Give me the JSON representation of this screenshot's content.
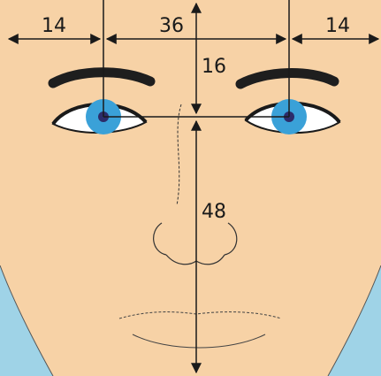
{
  "colors": {
    "skin": "#f7d2a6",
    "background": "#9fd3e7",
    "iris": "#3aa1d8",
    "eye_white": "#ffffff",
    "lines": "#1a1a1a"
  },
  "measurements": {
    "outer_left": "14",
    "between_eyes": "36",
    "outer_right": "14",
    "brow_to_eye": "16",
    "eye_to_chin": "48"
  }
}
